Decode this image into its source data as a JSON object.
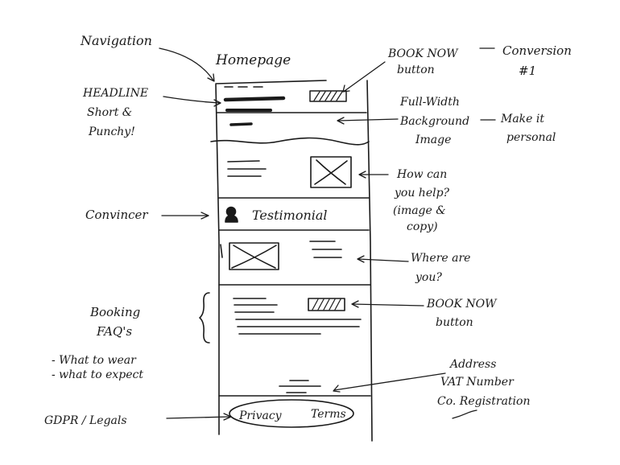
{
  "sketch": {
    "title": "Homepage",
    "annotations": {
      "navigation": "Navigation",
      "book_now_top": [
        "BOOK NOW",
        "button"
      ],
      "conversion": [
        "Conversion",
        "#1"
      ],
      "headline": [
        "HEADLINE",
        "Short &",
        "Punchy!"
      ],
      "background": [
        "Full-Width",
        "Background",
        "Image"
      ],
      "make_personal": [
        "Make it",
        "personal"
      ],
      "help": [
        "How can",
        "you help?",
        "(image &",
        "copy)"
      ],
      "convincer": "Convincer",
      "testimonial": "Testimonial",
      "where": [
        "Where are",
        "you?"
      ],
      "booking_faqs": [
        "Booking",
        "FAQ's",
        "- What to wear",
        "- what to expect"
      ],
      "book_now_bottom": [
        "BOOK NOW",
        "button"
      ],
      "address": [
        "Address",
        "VAT Number",
        "Co. Registration"
      ],
      "gdpr": "GDPR / Legals",
      "privacy": "Privacy",
      "terms": "Terms"
    },
    "ink_color": "#1a1a1a"
  }
}
